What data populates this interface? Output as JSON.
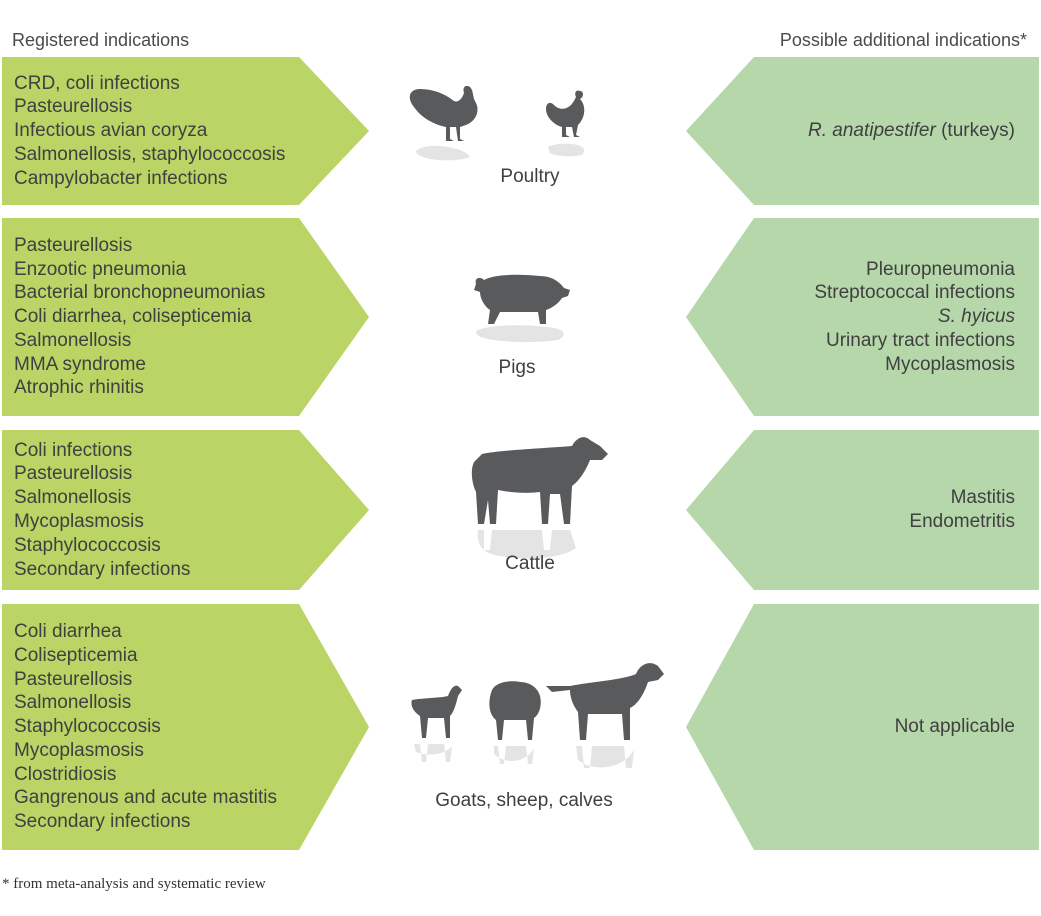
{
  "headers": {
    "left": "Registered indications",
    "right": "Possible additional indications*"
  },
  "colors": {
    "registered_fill": "#bad465",
    "additional_fill": "#b5d7aa",
    "silhouette": "#595a5c",
    "text": "#404040"
  },
  "rows": [
    {
      "species": "Poultry",
      "icons": [
        "turkey-icon",
        "chicken-icon"
      ],
      "registered": [
        "CRD, coli infections",
        "Pasteurellosis",
        "Infectious avian coryza",
        "Salmonellosis, staphylococcosis",
        "Campylobacter infections"
      ],
      "additional": [
        {
          "italic": "R. anatipestifer",
          "rest": " (turkeys)"
        }
      ]
    },
    {
      "species": "Pigs",
      "icons": [
        "pig-icon"
      ],
      "registered": [
        "Pasteurellosis",
        "Enzootic pneumonia",
        "Bacterial bronchopneumonias",
        "Coli diarrhea, colisepticemia",
        "Salmonellosis",
        "MMA syndrome",
        "Atrophic rhinitis"
      ],
      "additional": [
        {
          "italic": "",
          "rest": "Pleuropneumonia"
        },
        {
          "italic": "",
          "rest": "Streptococcal infections"
        },
        {
          "italic": "S. hyicus",
          "rest": ""
        },
        {
          "italic": "",
          "rest": "Urinary tract infections"
        },
        {
          "italic": "",
          "rest": "Mycoplasmosis"
        }
      ]
    },
    {
      "species": "Cattle",
      "icons": [
        "cow-icon"
      ],
      "registered": [
        "Coli infections",
        "Pasteurellosis",
        "Salmonellosis",
        "Mycoplasmosis",
        "Staphylococcosis",
        "Secondary infections"
      ],
      "additional": [
        {
          "italic": "",
          "rest": "Mastitis"
        },
        {
          "italic": "",
          "rest": "Endometritis"
        }
      ]
    },
    {
      "species": "Goats, sheep, calves",
      "icons": [
        "goat-icon",
        "sheep-icon",
        "calf-icon"
      ],
      "registered": [
        "Coli diarrhea",
        "Colisepticemia",
        "Pasteurellosis",
        "Salmonellosis",
        "Staphylococcosis",
        "Mycoplasmosis",
        "Clostridiosis",
        "Gangrenous and acute mastitis",
        "Secondary infections"
      ],
      "additional": [
        {
          "italic": "",
          "rest": "Not applicable"
        }
      ]
    }
  ],
  "footnote": "* from meta-analysis and systematic review"
}
